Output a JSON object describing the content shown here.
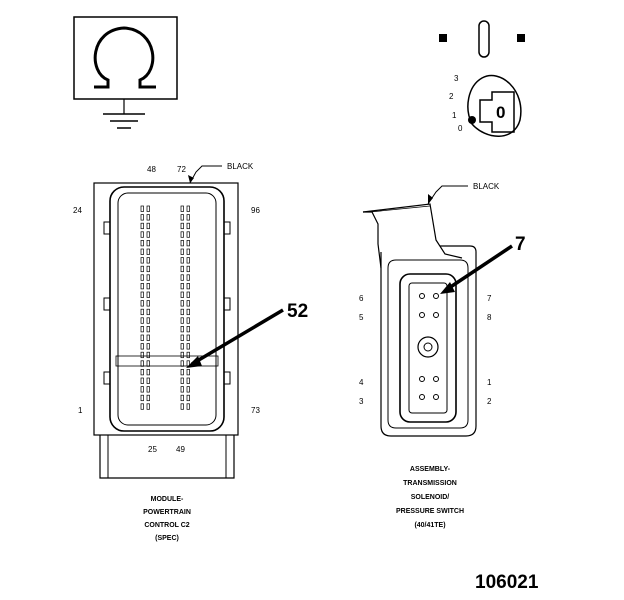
{
  "ground_symbol": {
    "icon": "omega-ground-icon"
  },
  "ignition_key": {
    "icon": "ignition-switch-icon",
    "positions": [
      "3",
      "2",
      "1",
      "0"
    ],
    "key_label": "0"
  },
  "pcm_connector": {
    "wire_color_label": "BLACK",
    "pin_labels": {
      "top_left": "48",
      "top_right": "72",
      "left_top": "24",
      "right_top": "96",
      "left_bottom": "1",
      "right_bottom": "73",
      "bottom_left": "25",
      "bottom_right": "49"
    },
    "callout": "52",
    "caption": [
      "MODULE-",
      "POWERTRAIN",
      "CONTROL C2",
      "(SPEC)"
    ]
  },
  "transmission_connector": {
    "wire_color_label": "BLACK",
    "callout": "7",
    "left_pins": [
      "6",
      "5",
      "4",
      "3"
    ],
    "right_pins": [
      "7",
      "8",
      "1",
      "2"
    ],
    "caption": [
      "ASSEMBLY-",
      "TRANSMISSION",
      "SOLENOID/",
      "PRESSURE SWITCH",
      "(40/41TE)"
    ]
  },
  "figure_id": "106021"
}
